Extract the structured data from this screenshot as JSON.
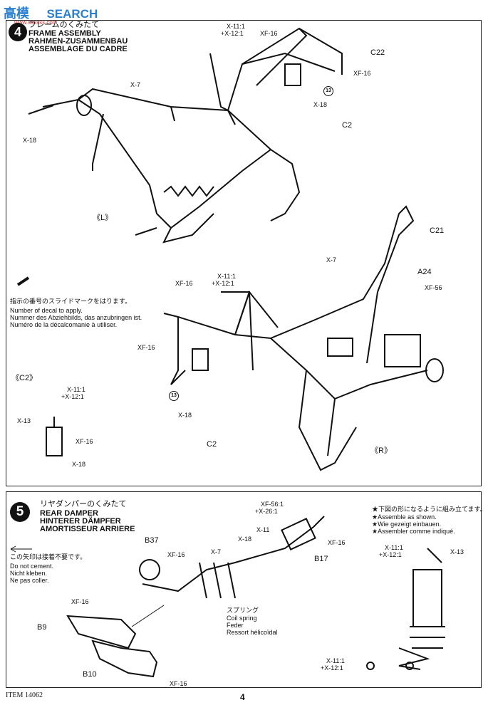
{
  "watermark": {
    "brand": "高",
    "site_a": "模",
    "text": "SEARCH",
    "url": "www.ssssss.com"
  },
  "step4": {
    "number": "4",
    "title_jp": "フレームのくみたて",
    "title_en": "FRAME ASSEMBLY",
    "title_de": "RAHMEN-ZUSAMMENBAU",
    "title_fr": "ASSEMBLAGE DU CADRE",
    "labels": {
      "x11_1": "X-11:1",
      "x12_1": "+X-12:1",
      "xf16": "XF-16",
      "c22": "C22",
      "xf16_b": "XF-16",
      "circle13": "13",
      "x18": "X-18",
      "c2": "C2",
      "x7": "X-7",
      "x18_left": "X-18",
      "L": "《L》",
      "c21": "C21",
      "x7_b": "X-7",
      "a24": "A24",
      "xf56": "XF-56",
      "x11_1b": "X-11:1",
      "x12_1b": "+X-12:1",
      "xf16_c": "XF-16",
      "xf16_d": "XF-16",
      "circle13b": "13",
      "x18_b": "X-18",
      "c2_b": "C2",
      "R": "《R》"
    },
    "decal_note": {
      "jp": "指示の番号のスライドマークをはります。",
      "en": "Number of decal to apply.",
      "de": "Nummer des Abziehbilds, das anzubringen ist.",
      "fr": "Numéro de la décalcomanie à utiliser."
    },
    "c2_detail": {
      "title": "《C2》",
      "x11": "X-11:1",
      "x12": "+X-12:1",
      "x13": "X-13",
      "xf16": "XF-16",
      "x18": "X-18"
    }
  },
  "step5": {
    "number": "5",
    "title_jp": "リヤダンパーのくみたて",
    "title_en": "REAR DAMPER",
    "title_de": "HINTERER DÄMPFER",
    "title_fr": "AMORTISSEUR ARRIERE",
    "no_cement": {
      "jp": "この矢印は接着不要です。",
      "en": "Do not cement.",
      "de": "Nicht kleben.",
      "fr": "Ne pas coller."
    },
    "labels": {
      "b37": "B37",
      "xf16_a": "XF-16",
      "x7": "X-7",
      "x18": "X-18",
      "x11": "X-11",
      "xf56": "XF-56:1",
      "x26": "+X-26:1",
      "xf16_b": "XF-16",
      "b17": "B17",
      "xf16_c": "XF-16",
      "b9": "B9",
      "b10": "B10",
      "xf16_d": "XF-16",
      "spring_jp": "スプリング",
      "spring_en": "Coil spring",
      "spring_de": "Feder",
      "spring_fr": "Ressort hélicoïdal"
    },
    "assemble_note": {
      "jp": "★下図の形になるように組み立てます。",
      "en": "★Assemble as shown.",
      "de": "★Wie gezeigt einbauen.",
      "fr": "★Assembler comme indiqué."
    },
    "right_labels": {
      "x11": "X-11:1",
      "x12": "+X-12:1",
      "x13": "X-13",
      "x11b": "X-11:1",
      "x12b": "+X-12:1"
    }
  },
  "footer": {
    "item": "ITEM 14062",
    "page": "4"
  }
}
